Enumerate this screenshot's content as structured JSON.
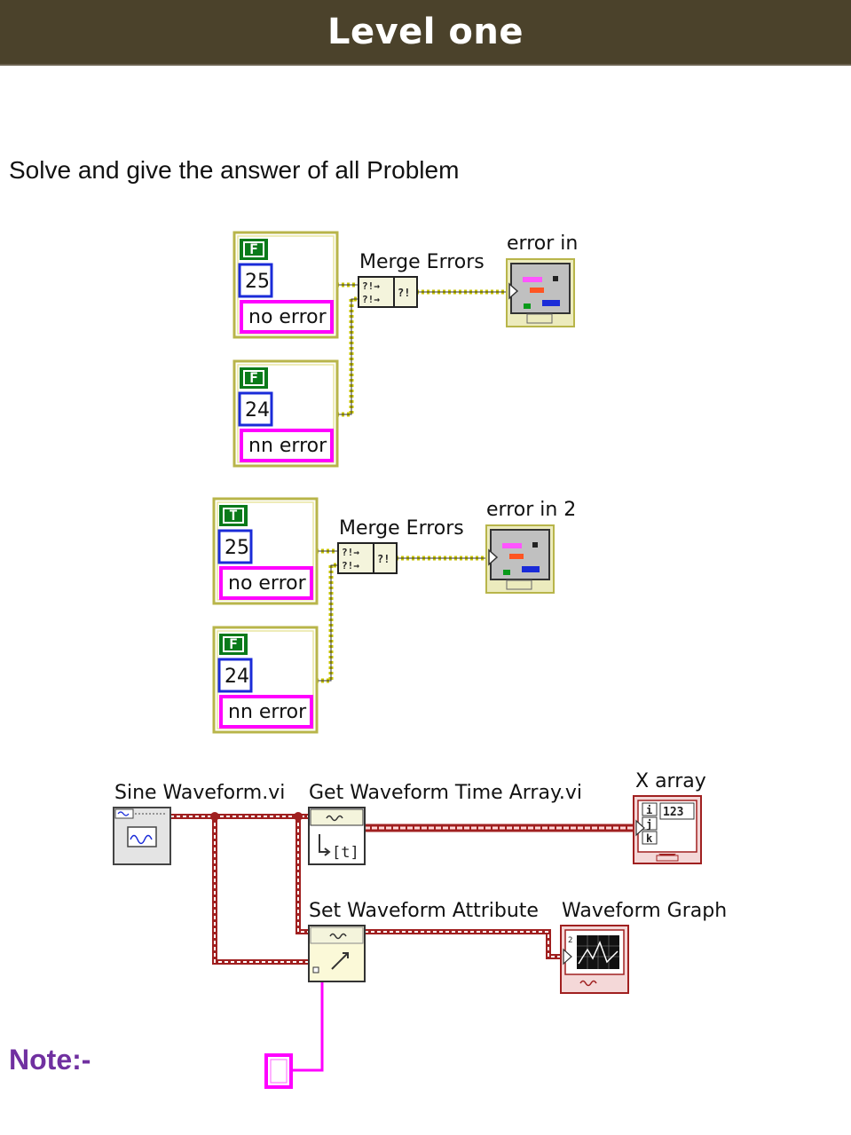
{
  "header": {
    "title": "Level one"
  },
  "instruction": "Solve and give the answer of all Problem",
  "note": "Note:-",
  "problems": [
    {
      "clusters": [
        {
          "status": "F",
          "code": "25",
          "source": "no error"
        },
        {
          "status": "F",
          "code": "24",
          "source": "nn error"
        }
      ],
      "merge_label": "Merge Errors",
      "indicator_label": "error in"
    },
    {
      "clusters": [
        {
          "status": "T",
          "code": "25",
          "source": "no error"
        },
        {
          "status": "F",
          "code": "24",
          "source": "nn error"
        }
      ],
      "merge_label": "Merge Errors",
      "indicator_label": "error in 2"
    }
  ],
  "waveform": {
    "sine_label": "Sine Waveform.vi",
    "time_array_label": "Get Waveform Time Array.vi",
    "x_array_label": "X array",
    "x_array_value": "123",
    "x_array_indices": [
      "i",
      "j",
      "k"
    ],
    "set_attr_label": "Set Waveform Attribute",
    "graph_label": "Waveform Graph",
    "time_symbol": "[t]"
  },
  "colors": {
    "banner": "#4b422b",
    "error_wire": "#c8c400",
    "waveform_wire": "#a02020",
    "string_wire": "#ff00ff",
    "note": "#7030a0"
  }
}
